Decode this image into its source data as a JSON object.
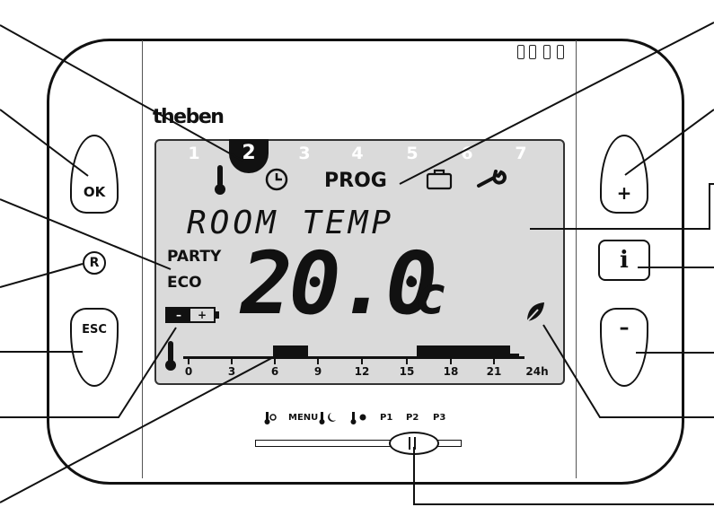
{
  "device": {
    "brand": "theben",
    "colors": {
      "lcd": "#dadada",
      "ink": "#111111",
      "body": "#ffffff"
    }
  },
  "lcd": {
    "days": [
      "1",
      "2",
      "3",
      "4",
      "5",
      "6",
      "7"
    ],
    "active_day": "2",
    "prog_label": "PROG",
    "room_label": "ROOM TEMP",
    "party_label": "PARTY",
    "eco_label": "ECO",
    "temperature": "20.0",
    "temp_unit_symbol": "°",
    "temp_unit_letter": "c",
    "battery_minus": "–",
    "battery_plus": "+",
    "timeline_ticks": [
      "0",
      "3",
      "6",
      "9",
      "12",
      "15",
      "18",
      "21",
      "24h"
    ],
    "icons": [
      "thermometer-icon",
      "clock-icon",
      "suitcase-icon",
      "wrench-icon",
      "battery-icon",
      "leaf-icon"
    ]
  },
  "buttons": {
    "ok": "OK",
    "reset": "R",
    "esc": "ESC",
    "plus": "+",
    "info": "i",
    "minus": "–"
  },
  "mode_selector": {
    "menu_label": "MENU",
    "p1": "P1",
    "p2": "P2",
    "p3": "P3"
  }
}
